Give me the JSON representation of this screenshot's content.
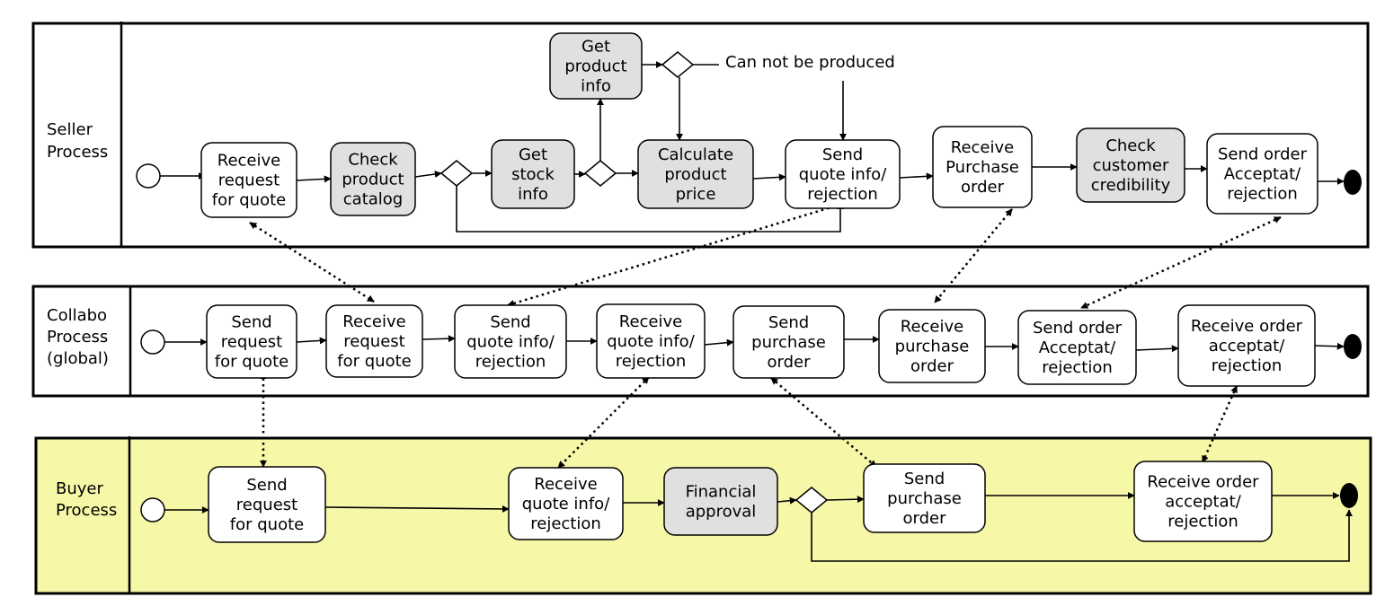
{
  "lanes": [
    {
      "id": "seller",
      "label": "Seller Process"
    },
    {
      "id": "collab",
      "label": "Collabo Process (global)"
    },
    {
      "id": "buyer",
      "label": "Buyer Process"
    }
  ],
  "colors": {
    "lane_border": "#000000",
    "buyer_fill": "#f7f7a8",
    "task_plain": "#ffffff",
    "task_gray": "#e0e0e0",
    "line": "#000000"
  },
  "seller": {
    "get_product_info": "Get product info",
    "cannot_produce": "Can not be produced",
    "receive_request": "Receive request for quote",
    "check_catalog": "Check product catalog",
    "get_stock": "Get stock info",
    "calc_price": "Calculate product price",
    "send_quote": "Send quote info/ rejection",
    "receive_po": "Receive Purchase order",
    "check_credibility": "Check customer credibility",
    "send_order": "Send order Acceptat/ rejection"
  },
  "collab": {
    "send_request": "Send request for quote",
    "receive_request": "Receive request for quote",
    "send_quote": "Send quote info/ rejection",
    "receive_quote": "Receive quote info/ rejection",
    "send_po": "Send purchase order",
    "receive_po": "Receive purchase order",
    "send_order": "Send order Acceptat/ rejection",
    "receive_order": "Receive order acceptat/ rejection"
  },
  "buyer": {
    "send_request": "Send request for quote",
    "receive_quote": "Receive quote info/ rejection",
    "financial": "Financial approval",
    "send_po": "Send purchase order",
    "receive_order": "Receive order acceptat/ rejection"
  }
}
